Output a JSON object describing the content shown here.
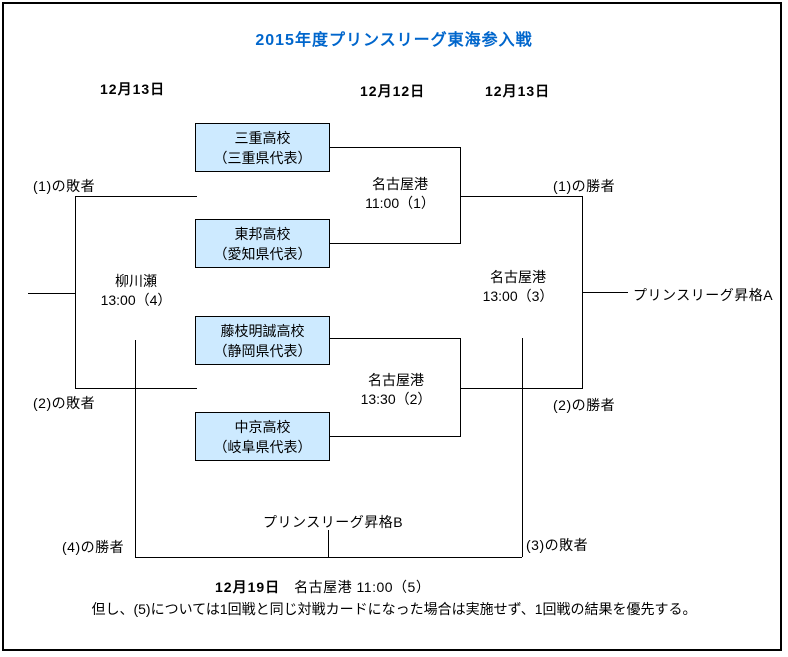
{
  "title": "2015年度プリンスリーグ東海参入戦",
  "colors": {
    "title_text": "#0066cc",
    "team_box_fill": "#cdeaff",
    "line": "#000000"
  },
  "date_headers": [
    {
      "label": "12月13日"
    },
    {
      "label": "12月12日"
    },
    {
      "label": "12月13日"
    }
  ],
  "teams": [
    {
      "name": "三重高校",
      "rep": "（三重県代表）"
    },
    {
      "name": "東邦高校",
      "rep": "（愛知県代表）"
    },
    {
      "name": "藤枝明誠高校",
      "rep": "（静岡県代表）"
    },
    {
      "name": "中京高校",
      "rep": "（岐阜県代表）"
    }
  ],
  "matches": [
    {
      "venue": "名古屋港",
      "time": "11:00（1）"
    },
    {
      "venue": "名古屋港",
      "time": "13:30（2）"
    },
    {
      "venue": "名古屋港",
      "time": "13:00（3）"
    },
    {
      "venue": "柳川瀬",
      "time": "13:00（4）"
    }
  ],
  "labels": {
    "loser1": "(1)の敗者",
    "loser2": "(2)の敗者",
    "winner1": "(1)の勝者",
    "winner2": "(2)の勝者",
    "winner4": "(4)の勝者",
    "loser3": "(3)の敗者",
    "promotion_a": "プリンスリーグ昇格A",
    "promotion_b": "プリンスリーグ昇格B"
  },
  "match5": {
    "date": "12月19日",
    "detail": "名古屋港 11:00（5）"
  },
  "note": "但し、(5)については1回戦と同じ対戦カードになった場合は実施せず、1回戦の結果を優先する。"
}
